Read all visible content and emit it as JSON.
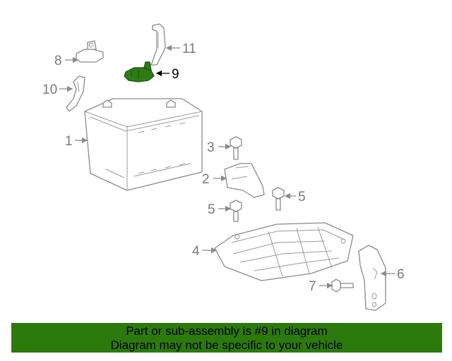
{
  "diagram": {
    "callouts": [
      {
        "id": "1",
        "label": "1"
      },
      {
        "id": "2",
        "label": "2"
      },
      {
        "id": "3",
        "label": "3"
      },
      {
        "id": "4",
        "label": "4"
      },
      {
        "id": "5a",
        "label": "5"
      },
      {
        "id": "5b",
        "label": "5"
      },
      {
        "id": "6",
        "label": "6"
      },
      {
        "id": "7",
        "label": "7"
      },
      {
        "id": "8",
        "label": "8"
      },
      {
        "id": "9",
        "label": "9"
      },
      {
        "id": "10",
        "label": "10"
      },
      {
        "id": "11",
        "label": "11"
      }
    ],
    "highlighted_part": "9",
    "highlight_color": "#2e7d14"
  },
  "banner": {
    "line1": "Part or sub-assembly is #9 in diagram",
    "line2": "Diagram may not be specific to your vehicle",
    "background": "#2c7a0c"
  }
}
